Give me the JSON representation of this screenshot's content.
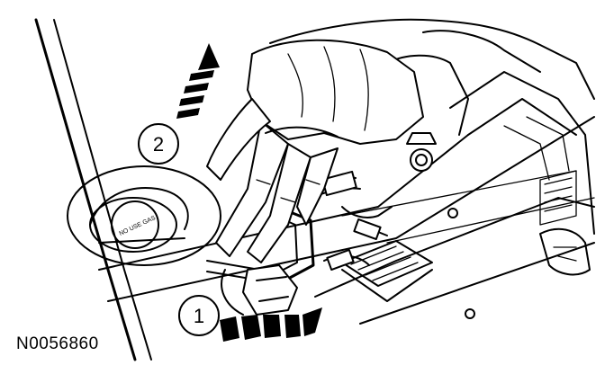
{
  "callouts": {
    "step1": "1",
    "step2": "2"
  },
  "figure_id": "N0056860",
  "cap_text": "NO USE GAS"
}
